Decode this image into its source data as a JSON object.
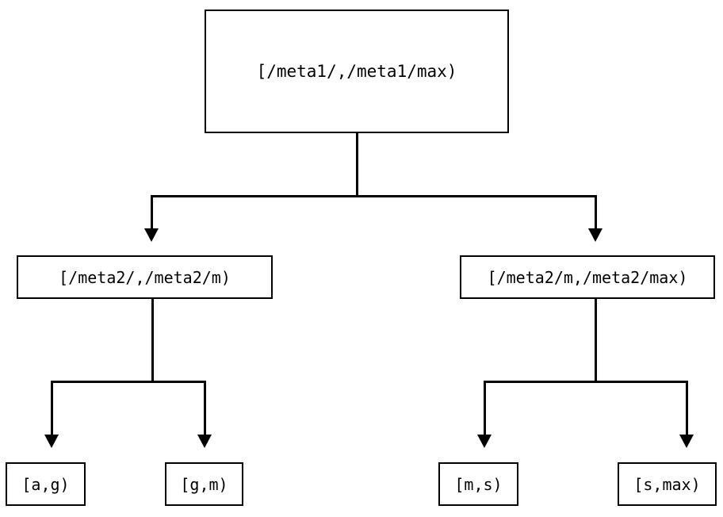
{
  "diagram": {
    "title": "interval-partition-tree",
    "colors": {
      "stroke": "#000000",
      "background": "#ffffff",
      "text": "#000000"
    },
    "root": {
      "label": "[/meta1/,/meta1/max)"
    },
    "level2": [
      {
        "label": "[/meta2/,/meta2/m)"
      },
      {
        "label": "[/meta2/m,/meta2/max)"
      }
    ],
    "leaves": [
      {
        "label": "[a,g)"
      },
      {
        "label": "[g,m)"
      },
      {
        "label": "[m,s)"
      },
      {
        "label": "[s,max)"
      }
    ]
  }
}
